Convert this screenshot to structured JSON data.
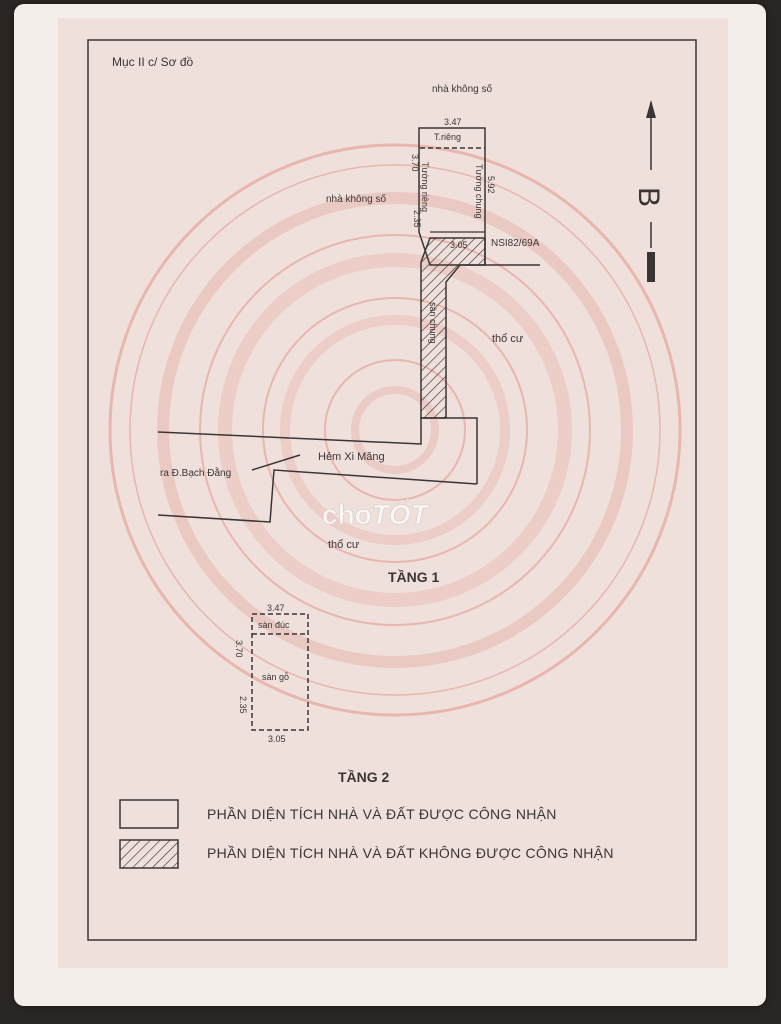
{
  "section_heading": "Mục II c/ Sơ đồ",
  "compass_letter": "B",
  "plan": {
    "north_neighbor": "nhà không số",
    "west_neighbor": "nhà không số",
    "dim_top": "3.47",
    "dim_left_a": "3.70",
    "dim_left_b": "2.35",
    "dim_right": "5.92",
    "dim_bottom": "3.05",
    "private_wall_top": "T.riêng",
    "private_wall_left": "Tường riêng",
    "shared_wall": "Tường chung",
    "address_label": "NSI82/69A",
    "passage_label": "sân chung",
    "east_land": "thổ cư",
    "south_land": "thổ cư",
    "alley_name": "Hẻm Xi Măng",
    "street_exit": "ra Đ.Bạch Đằng",
    "floor1_label": "TẦNG 1"
  },
  "floor2": {
    "dim_top": "3.47",
    "dim_left_a": "3.70",
    "dim_left_b": "2.35",
    "dim_bottom": "3.05",
    "concrete_floor": "sàn đúc",
    "wood_floor": "sàn gỗ",
    "label": "TẦNG 2"
  },
  "legend": {
    "recognized": "PHẦN DIỆN TÍCH NHÀ VÀ ĐẤT ĐƯỢC CÔNG NHẬN",
    "not_recognized": "PHẦN DIỆN TÍCH NHÀ VÀ ĐẤT KHÔNG ĐƯỢC CÔNG NHẬN"
  },
  "watermark": {
    "part1": "cho",
    "part2": "TỐT"
  },
  "colors": {
    "sheet": "#f3eeea",
    "panel": "#efe0dc",
    "ink": "#3a3535",
    "seal": "#e8b6ae"
  }
}
